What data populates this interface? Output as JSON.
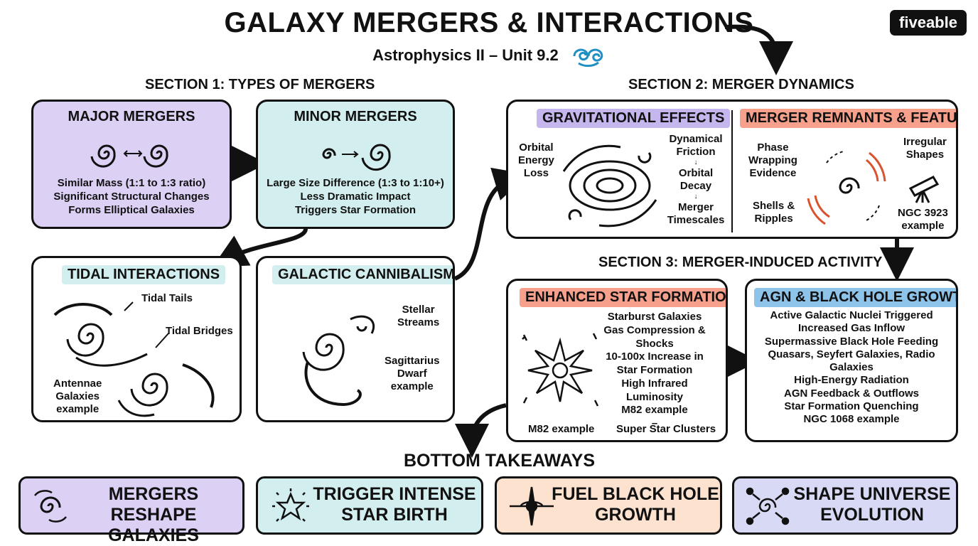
{
  "header": {
    "title": "GALAXY MERGERS & INTERACTIONS",
    "subtitle": "Astrophysics II – Unit 9.2",
    "logo": "fiveable"
  },
  "section1": {
    "heading": "SECTION 1: TYPES OF MERGERS",
    "major": {
      "title": "MAJOR MERGERS",
      "lines": [
        "Similar Mass (1:1 to 1:3 ratio)",
        "Significant Structural Changes",
        "Forms Elliptical Galaxies"
      ]
    },
    "minor": {
      "title": "MINOR MERGERS",
      "lines": [
        "Large Size Difference (1:3 to 1:10+)",
        "Less Dramatic Impact",
        "Triggers Star Formation"
      ]
    },
    "tidal": {
      "title": "TIDAL INTERACTIONS",
      "tails": "Tidal Tails",
      "bridges": "Tidal Bridges",
      "example": [
        "Antennae",
        "Galaxies",
        "example"
      ]
    },
    "cannibalism": {
      "title": "GALACTIC CANNIBALISM",
      "streams": [
        "Stellar",
        "Streams"
      ],
      "example": [
        "Sagittarius",
        "Dwarf",
        "example"
      ]
    }
  },
  "section2": {
    "heading": "SECTION 2: MERGER DYNAMICS",
    "grav": {
      "title": "GRAVITATIONAL EFFECTS",
      "orbital": [
        "Orbital",
        "Energy",
        "Loss"
      ],
      "friction": [
        "Dynamical",
        "Friction"
      ],
      "decay": [
        "Orbital",
        "Decay"
      ],
      "timescales": [
        "Merger",
        "Timescales"
      ]
    },
    "remnants": {
      "title": "MERGER REMNANTS & FEATURES",
      "phase": [
        "Phase",
        "Wrapping",
        "Evidence"
      ],
      "irregular": [
        "Irregular",
        "Shapes"
      ],
      "shells": [
        "Shells &",
        "Ripples"
      ],
      "ngc": [
        "NGC 3923",
        "example"
      ]
    }
  },
  "section3": {
    "heading": "SECTION 3: MERGER-INDUCED ACTIVITY",
    "star": {
      "title": "ENHANCED STAR FORMATION",
      "lines": [
        "Starburst Galaxies",
        "Gas Compression & Shocks",
        "10-100x Increase in",
        "Star Formation",
        "High Infrared",
        "Luminosity",
        "M82 example",
        "–"
      ],
      "bottom_left": "M82 example",
      "bottom_right": "Super Star Clusters"
    },
    "agn": {
      "title": "AGN & BLACK HOLE GROWTH",
      "lines": [
        "Active Galactic Nuclei Triggered",
        "Increased Gas Inflow",
        "Supermassive Black Hole Feeding",
        "Quasars, Seyfert Galaxies, Radio",
        "Galaxies",
        "High-Energy Radiation",
        "AGN Feedback & Outflows",
        "Star Formation Quenching",
        "NGC 1068 example"
      ]
    }
  },
  "takeaways": {
    "heading": "BOTTOM TAKEAWAYS",
    "items": [
      [
        "MERGERS RESHAPE",
        "GALAXIES"
      ],
      [
        "TRIGGER INTENSE",
        "STAR BIRTH"
      ],
      [
        "FUEL BLACK HOLE",
        "GROWTH"
      ],
      [
        "SHAPE UNIVERSE",
        "EVOLUTION"
      ]
    ]
  },
  "colors": {
    "purple": "#dcd0f5",
    "teal": "#d3eeee",
    "peach": "#fde2cf",
    "lavender": "#d7d9f5",
    "red_pill": "#f7a08c",
    "blue_pill": "#8ec3ea",
    "accent_blue": "#1f8fc4",
    "accent_red": "#d9532f"
  }
}
